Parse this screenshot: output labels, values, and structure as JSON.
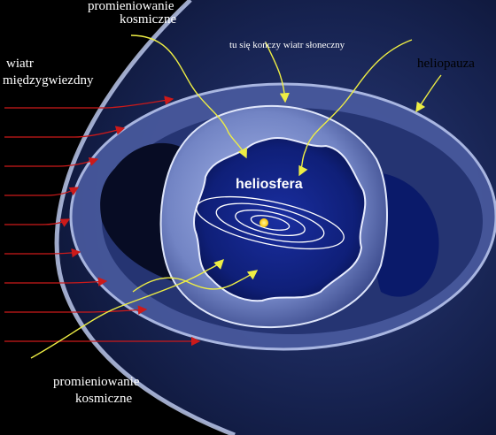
{
  "labels": {
    "cosmic_rays_top": {
      "line1": "promieniowanie",
      "line2": "kosmiczne"
    },
    "interstellar_wind": {
      "line1": "wiatr",
      "line2": "międzygwiezdny"
    },
    "termination_shock": "tu się kończy wiatr słoneczny",
    "heliopause": "heliopauza",
    "heliosphere": "heliosfera",
    "cosmic_rays_bottom": {
      "line1": "promieniowanie",
      "line2": "kosmiczne"
    }
  },
  "colors": {
    "background": "#000000",
    "space_blue": "#16224f",
    "shell_light": "#c9d4f5",
    "inner_dark": "#0d1a66",
    "wind_arrow": "#cc1a1a",
    "cosmic_ray_path": "#eeee44",
    "orbit": "#ffffff",
    "sun": "#ffdd33"
  },
  "wind_arrow_count": 9,
  "orbit_count": 4
}
